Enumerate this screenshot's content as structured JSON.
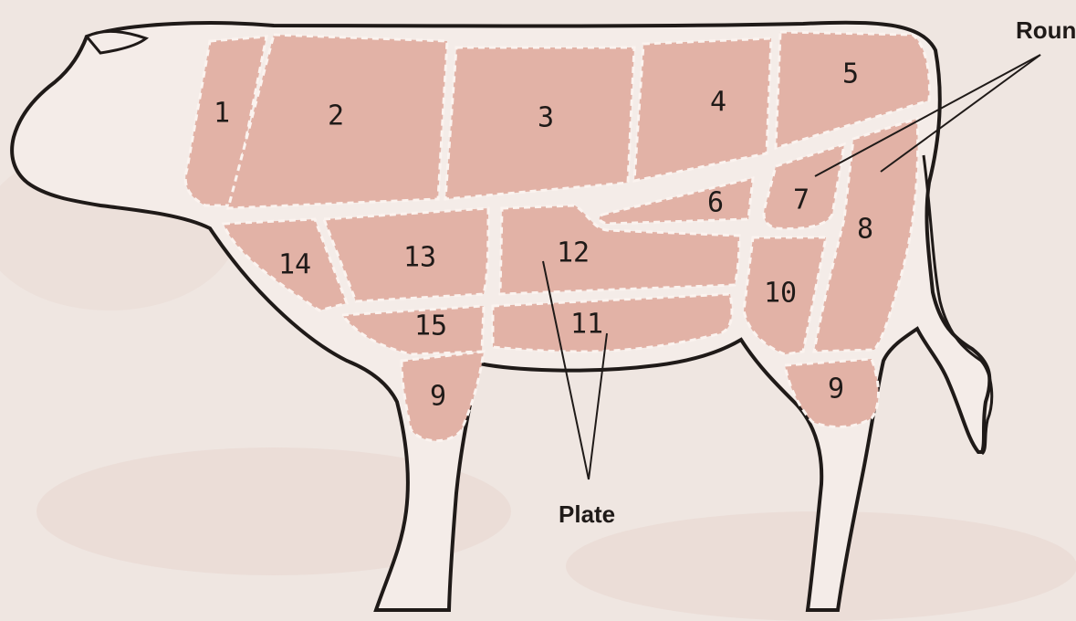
{
  "diagram": {
    "subject": "beef cut chart",
    "cuts": [
      {
        "id": "1",
        "label": "1"
      },
      {
        "id": "2",
        "label": "2"
      },
      {
        "id": "3",
        "label": "3"
      },
      {
        "id": "4",
        "label": "4"
      },
      {
        "id": "5",
        "label": "5"
      },
      {
        "id": "6",
        "label": "6"
      },
      {
        "id": "7",
        "label": "7"
      },
      {
        "id": "8",
        "label": "8"
      },
      {
        "id": "9a",
        "label": "9"
      },
      {
        "id": "9b",
        "label": "9"
      },
      {
        "id": "10",
        "label": "10"
      },
      {
        "id": "11",
        "label": "11"
      },
      {
        "id": "12",
        "label": "12"
      },
      {
        "id": "13",
        "label": "13"
      },
      {
        "id": "14",
        "label": "14"
      },
      {
        "id": "15",
        "label": "15"
      }
    ],
    "callouts": {
      "round": "Round",
      "plate": "Plate"
    },
    "colors": {
      "background": "#efe6e1",
      "cut_fill": "#e2b2a6",
      "outline": "#1f1a18",
      "cut_border": "#fbf3ef"
    }
  }
}
